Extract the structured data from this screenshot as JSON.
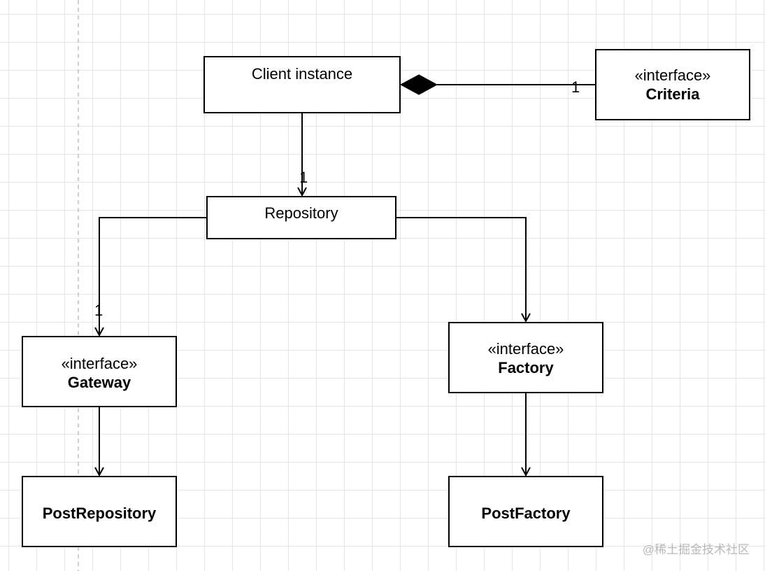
{
  "nodes": {
    "client": {
      "label": "Client instance"
    },
    "criteria": {
      "stereotype": "«interface»",
      "name": "Criteria"
    },
    "repository": {
      "label": "Repository"
    },
    "gateway": {
      "stereotype": "«interface»",
      "name": "Gateway"
    },
    "factory": {
      "stereotype": "«interface»",
      "name": "Factory"
    },
    "postrepository": {
      "name": "PostRepository"
    },
    "postfactory": {
      "name": "PostFactory"
    }
  },
  "edges": [
    {
      "from": "Criteria",
      "to": "Client instance",
      "type": "composition",
      "multiplicity": "1"
    },
    {
      "from": "Client instance",
      "to": "Repository",
      "type": "association",
      "multiplicity": "1"
    },
    {
      "from": "Repository",
      "to": "Gateway",
      "type": "association",
      "multiplicity": "1"
    },
    {
      "from": "Repository",
      "to": "Factory",
      "type": "association"
    },
    {
      "from": "Gateway",
      "to": "PostRepository",
      "type": "association"
    },
    {
      "from": "Factory",
      "to": "PostFactory",
      "type": "association"
    }
  ],
  "multiplicities": {
    "criteria_client": "1",
    "client_repository": "1",
    "repository_gateway": "1"
  },
  "watermark": "@稀土掘金技术社区"
}
